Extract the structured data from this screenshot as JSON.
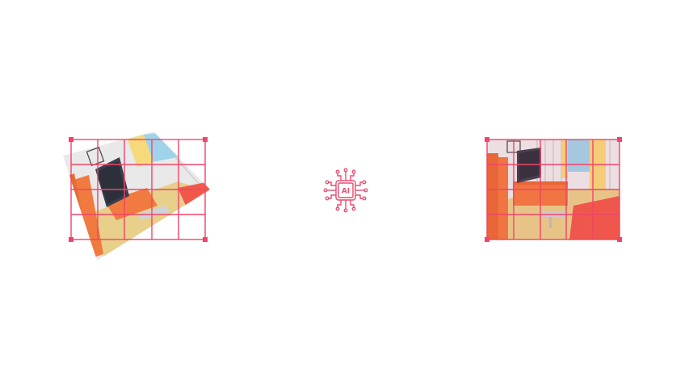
{
  "ai_chip": {
    "label": "AI",
    "icon": "ai-chip-icon"
  },
  "colors": {
    "accent": "#ec4b6e",
    "grid": "#f0456a",
    "floor": "#e8cf8a",
    "wall": "#e7e7e7",
    "sofa": "#f07a3f",
    "sofa_red": "#f0594a",
    "tv": "#3b3f4c",
    "window": "#9fd3ea",
    "curtain": "#f6d97a"
  },
  "left_panel": {
    "state": "rotated-original"
  },
  "right_panel": {
    "state": "straightened-result"
  }
}
